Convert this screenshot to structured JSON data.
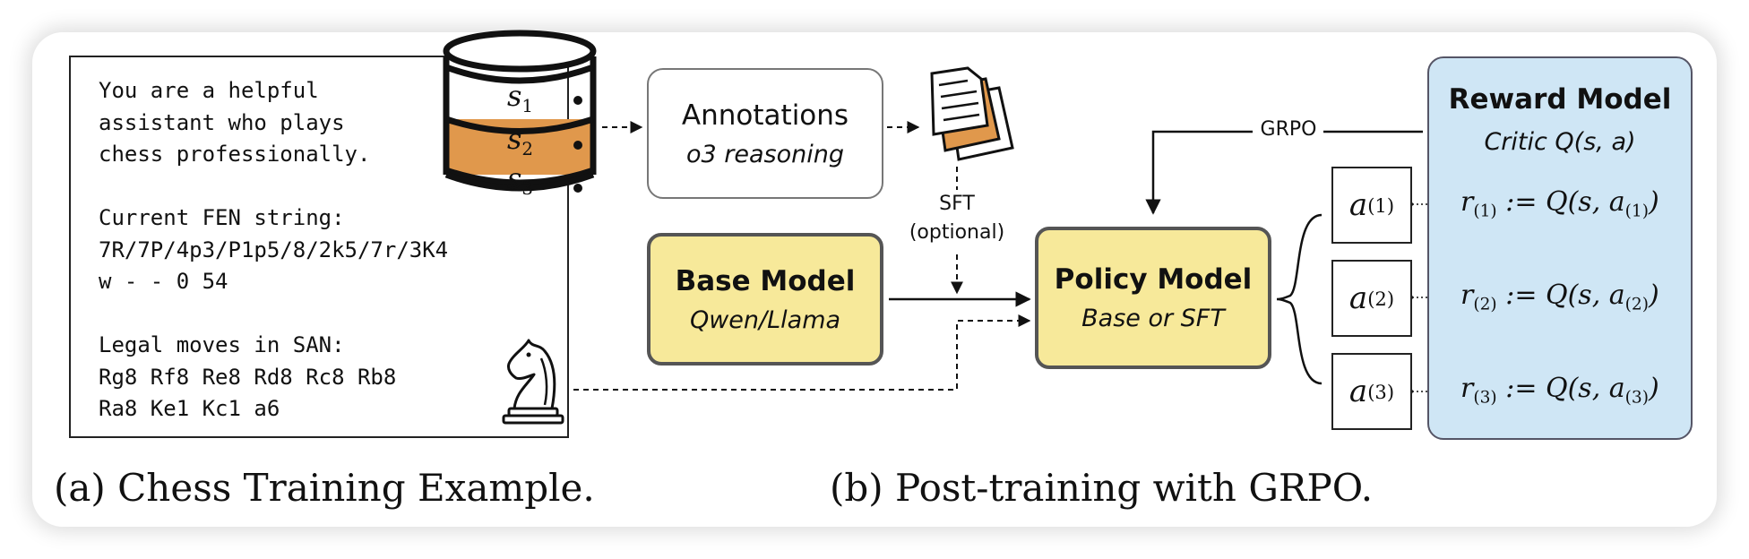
{
  "prompt": {
    "lines": [
      "You are a helpful",
      "assistant who plays",
      "chess professionally.",
      "",
      "Current FEN string:",
      "7R/7P/4p3/P1p5/8/2k5/7r/3K4",
      "w - - 0 54",
      "",
      "Legal moves in SAN:",
      "Rg8 Rf8 Re8 Rd8 Rc8 Rb8",
      "Ra8 Ke1 Kc1 a6"
    ]
  },
  "database": {
    "labels": [
      "s",
      "s",
      "s"
    ],
    "subscripts": [
      "1",
      "2",
      "3"
    ],
    "highlight_color": "#e0984c"
  },
  "annotations": {
    "title": "Annotations",
    "subtitle": "o3 reasoning"
  },
  "sft": {
    "line1": "SFT",
    "line2": "(optional)"
  },
  "base_model": {
    "title": "Base Model",
    "subtitle": "Qwen/Llama"
  },
  "policy_model": {
    "title": "Policy Model",
    "subtitle": "Base or SFT"
  },
  "grpo_label": "GRPO",
  "reward_model": {
    "title": "Reward Model",
    "subtitle": "Critic Q(s, a)"
  },
  "actions": [
    {
      "symbol": "a",
      "index": "(1)",
      "reward": "r",
      "assign": " := Q(s, a",
      "close": ")"
    },
    {
      "symbol": "a",
      "index": "(2)",
      "reward": "r",
      "assign": " := Q(s, a",
      "close": ")"
    },
    {
      "symbol": "a",
      "index": "(3)",
      "reward": "r",
      "assign": " := Q(s, a",
      "close": ")"
    }
  ],
  "captions": {
    "left": "(a) Chess Training Example.",
    "right": "(b) Post-training with GRPO."
  },
  "colors": {
    "yellow": "#f7e99a",
    "blue": "#cfe6f5",
    "orange": "#e0984c"
  }
}
